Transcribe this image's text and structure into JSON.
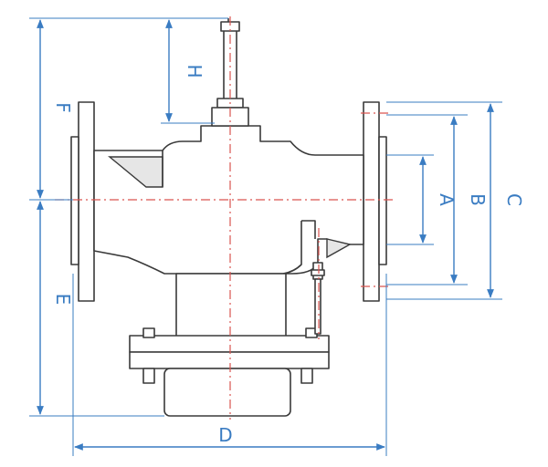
{
  "diagram": {
    "labels": {
      "H": "H",
      "F": "F",
      "E": "E",
      "A": "A",
      "B": "B",
      "C": "C",
      "D": "D"
    },
    "colors": {
      "dimension": "#3a7cc2",
      "centerline": "#d9534f",
      "outline": "#3a3a3a",
      "shade": "#e6e6e6"
    }
  }
}
